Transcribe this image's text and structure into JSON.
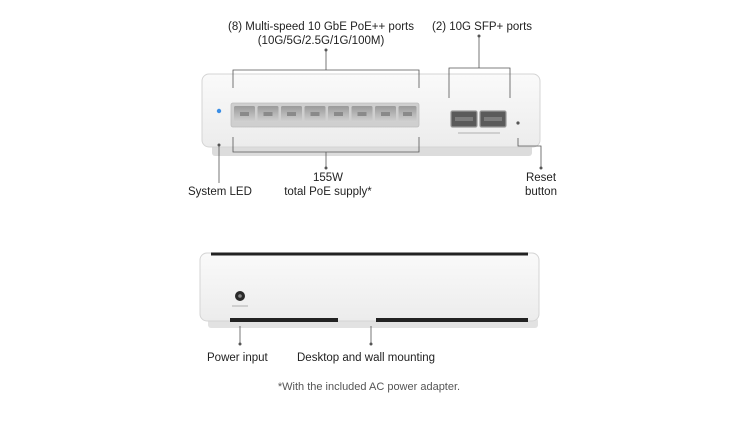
{
  "front_view": {
    "ports_label_line1": "(8) Multi-speed 10 GbE PoE++ ports",
    "ports_label_line2": "(10G/5G/2.5G/1G/100M)",
    "sfp_label": "(2) 10G SFP+ ports",
    "system_led_label": "System LED",
    "poe_label_line1": "155W",
    "poe_label_line2": "total PoE supply*",
    "reset_label_line1": "Reset",
    "reset_label_line2": "button"
  },
  "back_view": {
    "power_input_label": "Power input",
    "mounting_label": "Desktop and wall mounting"
  },
  "footnote": "*With the included AC power adapter.",
  "colors": {
    "led": "#3a8ee6",
    "device_body": "#f4f4f4",
    "device_edge": "#d8d8d8",
    "callout_line": "#555555"
  }
}
